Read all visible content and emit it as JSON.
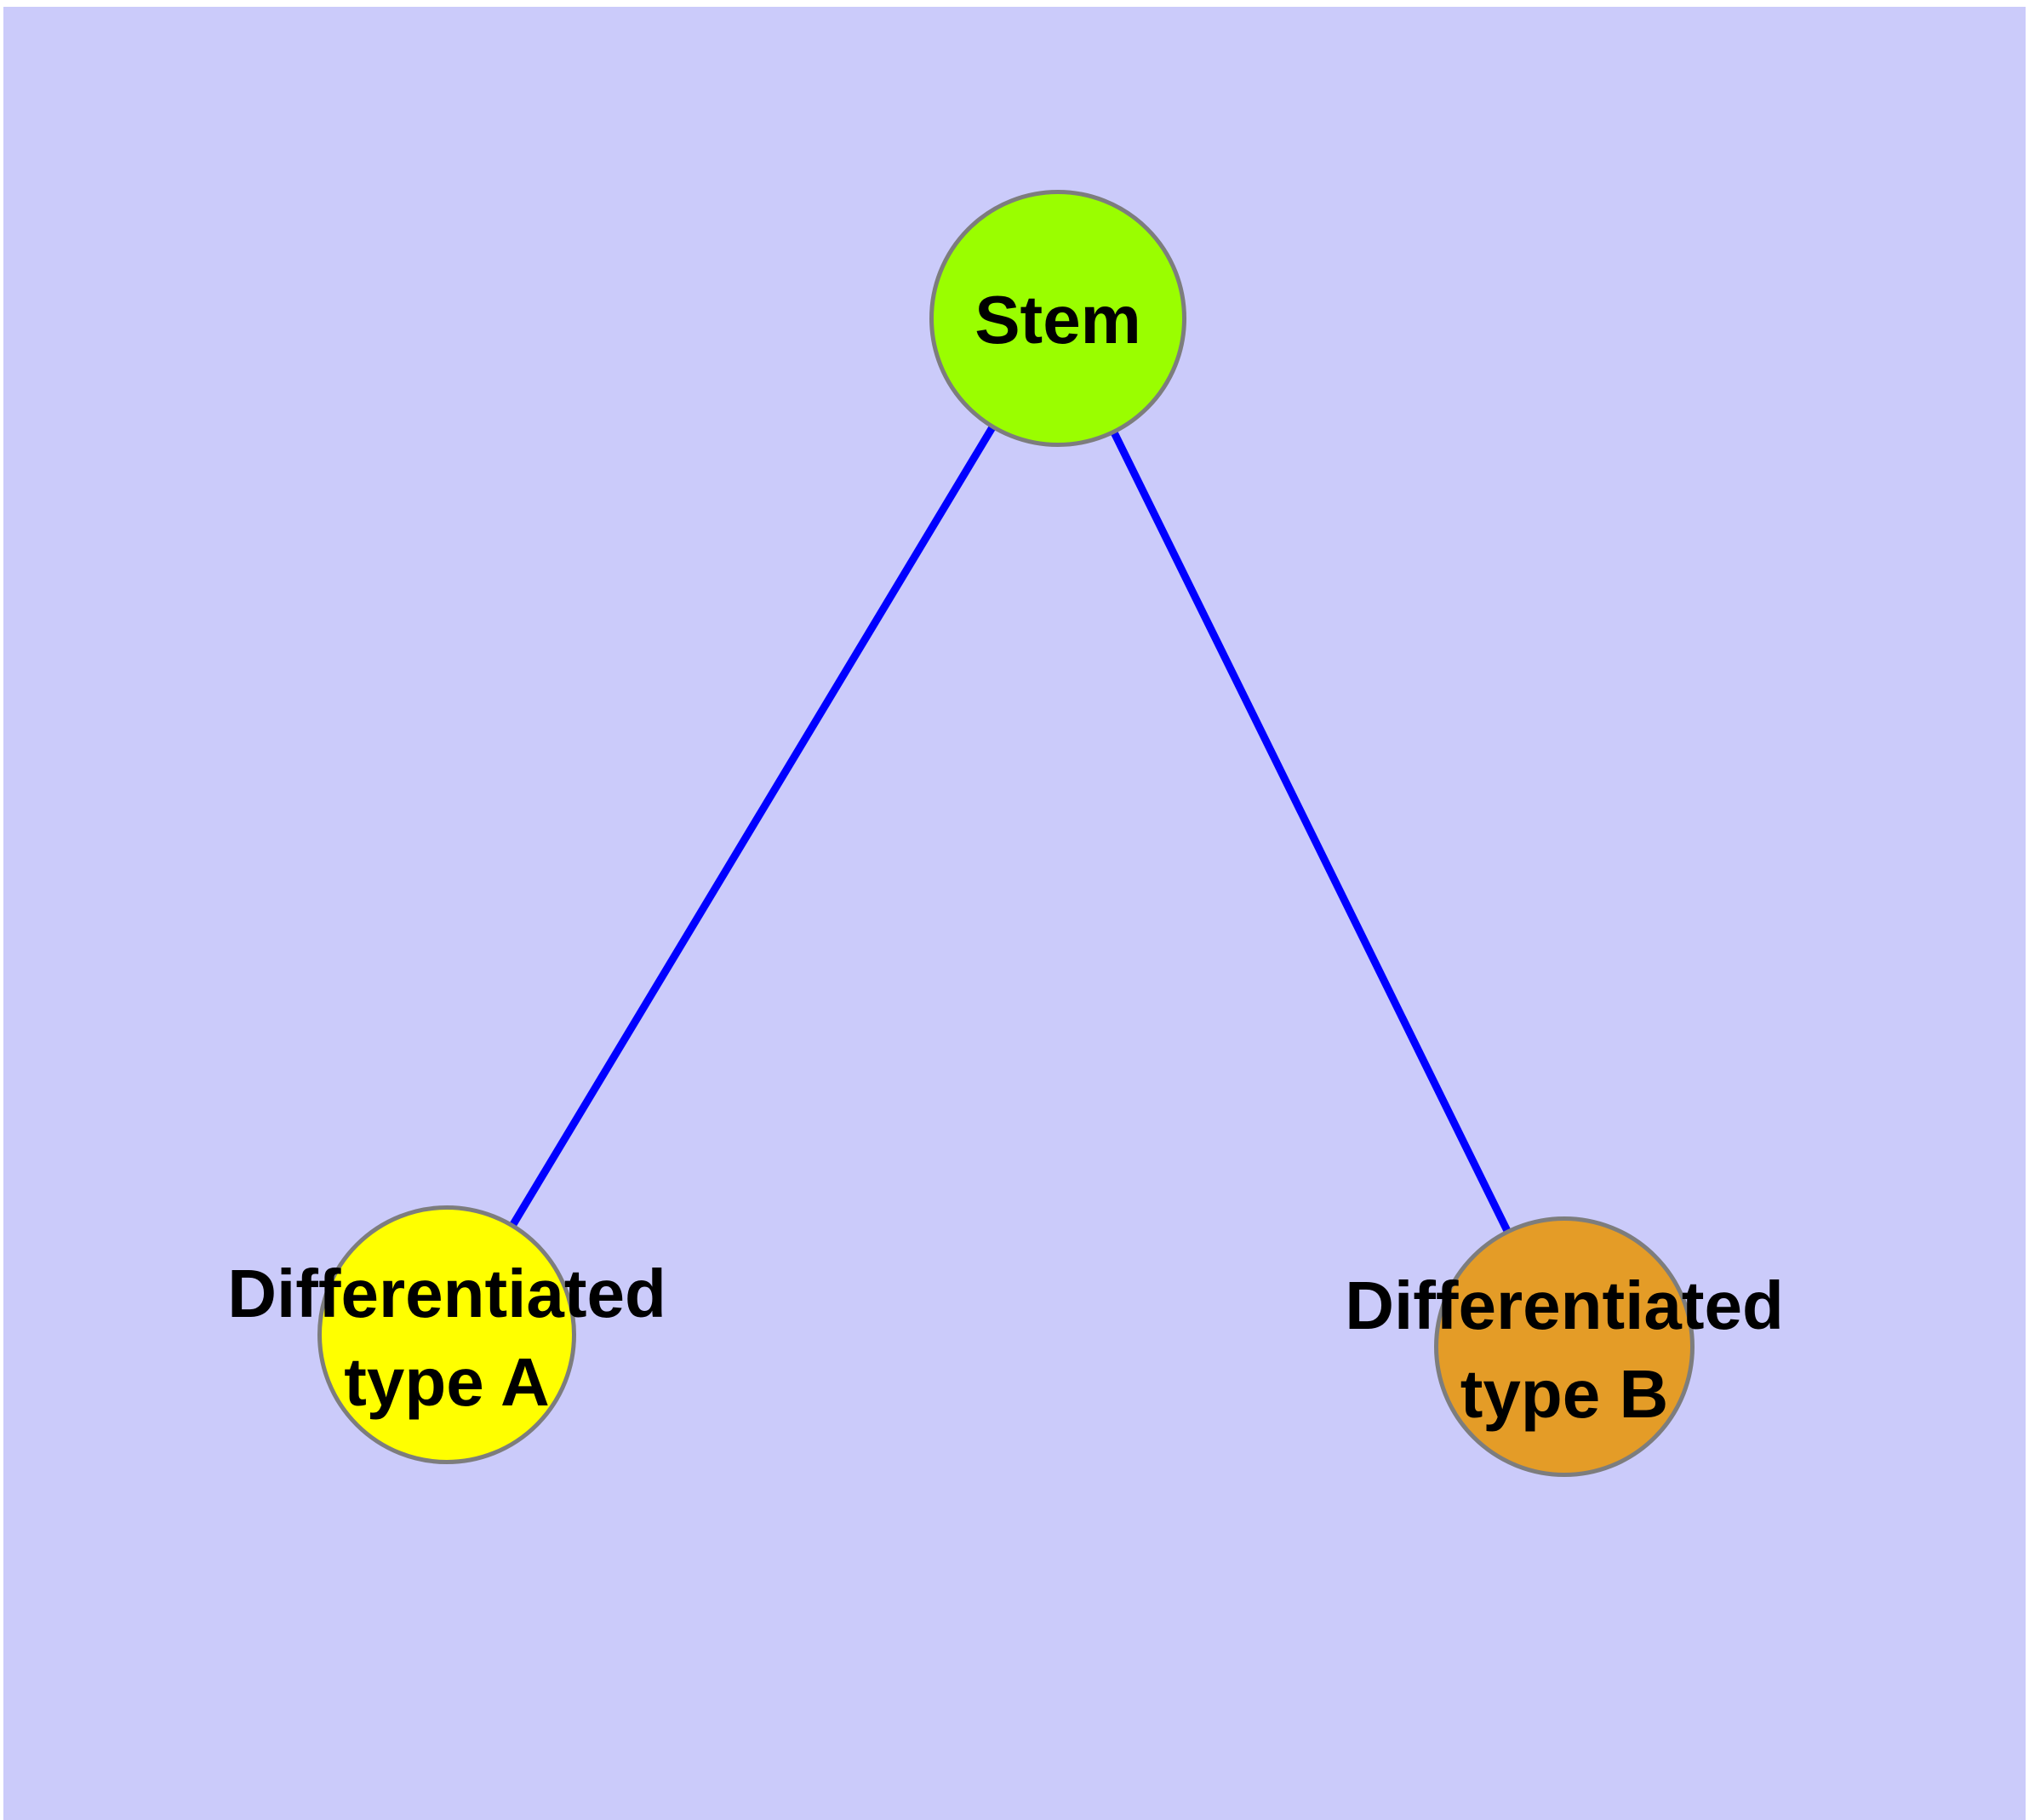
{
  "diagram": {
    "background_color": "#CBCBFA",
    "figure_margin_color": "#FFFFFF",
    "edge_color": "#0000FF",
    "node_border_color": "#7D7D7D",
    "text_color": "#000000",
    "nodes": {
      "stem": {
        "label": "Stem",
        "fill": "#9AFE00"
      },
      "type_a": {
        "label_line1": "Differentiated",
        "label_line2": "type A",
        "fill": "#FFFF00"
      },
      "type_b": {
        "label_line1": "Differentiated",
        "label_line2": "type B",
        "fill": "#E49C27"
      }
    },
    "edges": [
      {
        "from": "Stem",
        "to": "Differentiated type A"
      },
      {
        "from": "Stem",
        "to": "Differentiated type B"
      }
    ]
  }
}
